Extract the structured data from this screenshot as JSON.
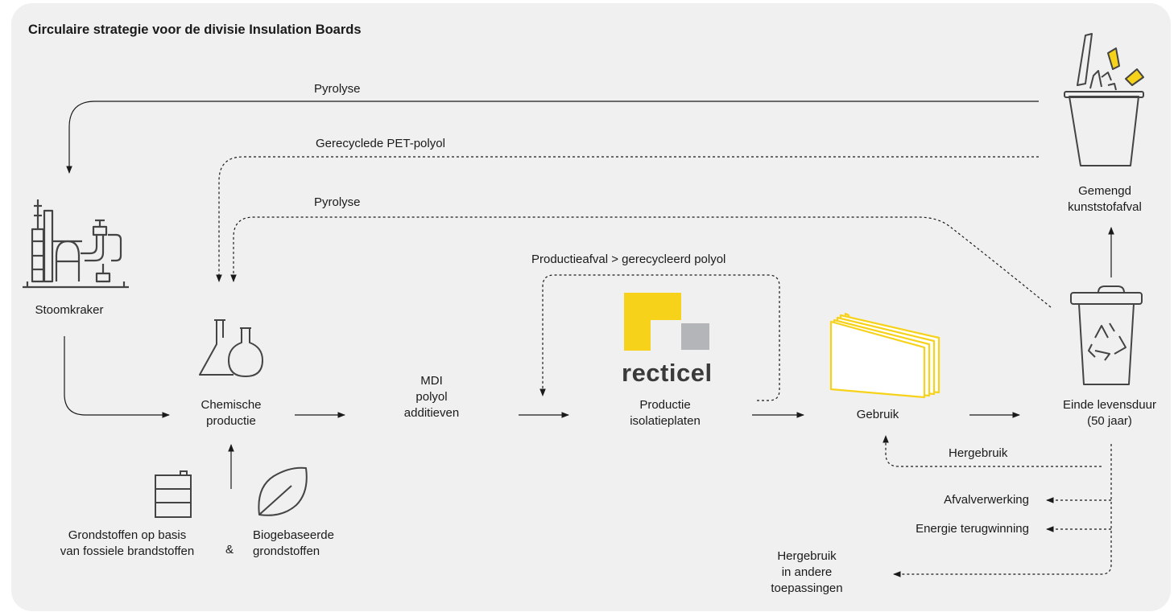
{
  "title": "Circulaire strategie voor de divisie Insulation Boards",
  "nodes": {
    "steam_cracker": "Stoomkraker",
    "chemical_line1": "Chemische",
    "chemical_line2": "productie",
    "inputs_line1": "MDI",
    "inputs_line2": "polyol",
    "inputs_line3": "additieven",
    "production_line1": "Productie",
    "production_line2": "isolatieplaten",
    "use": "Gebruik",
    "end_of_life_line1": "Einde levensduur",
    "end_of_life_line2": "(50 jaar)",
    "mixed_waste_line1": "Gemengd",
    "mixed_waste_line2": "kunststofafval",
    "fossil_line1": "Grondstoffen op basis",
    "fossil_line2": "van fossiele brandstoffen",
    "ampersand": "&",
    "biobased_line1": "Biogebaseerde",
    "biobased_line2": "grondstoffen"
  },
  "flows": {
    "pyrolysis_top": "Pyrolyse",
    "recycled_pet": "Gerecyclede PET-polyol",
    "pyrolysis_mid": "Pyrolyse",
    "production_waste": "Productieafval > gerecycleerd polyol",
    "reuse": "Hergebruik",
    "waste_processing": "Afvalverwerking",
    "energy_recovery": "Energie terugwinning",
    "other_use_line1": "Hergebruik",
    "other_use_line2": "in andere",
    "other_use_line3": "toepassingen"
  },
  "logo": {
    "word": "recticel",
    "yellow": "#f7d21a",
    "grey": "#b3b5b8"
  },
  "colors": {
    "background": "#f0f0f0",
    "line": "#1a1a1a",
    "board_yellow": "#f7d21a",
    "icon_grey": "#444444"
  },
  "icons": {
    "steam_cracker": "steam-cracker-icon",
    "chemistry": "chemistry-flasks-icon",
    "barrel": "oil-barrel-icon",
    "leaf": "leaf-icon",
    "boards": "insulation-boards-icon",
    "recycle_bin": "recycle-bin-icon",
    "waste_bin": "mixed-waste-bin-icon"
  }
}
